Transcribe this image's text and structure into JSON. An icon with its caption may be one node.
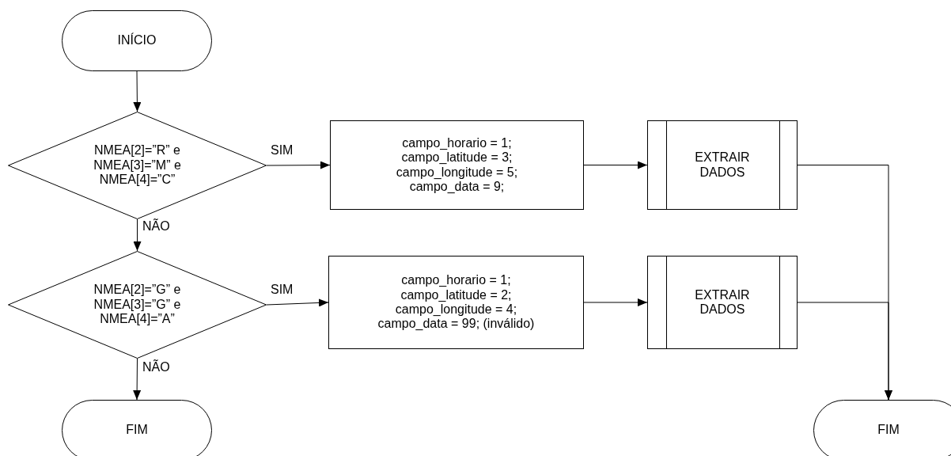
{
  "diagram": {
    "nodes": [
      {
        "text": [
          "INÍCIO"
        ]
      },
      {
        "text": [
          "NMEA[2]=”R” e NMEA[3]=”M” e NMEA[4]=”C”"
        ]
      },
      {
        "text": [
          "campo_horario = 1; campo_latitude = 3; campo_longitude = 5; campo_data = 9;"
        ]
      },
      {
        "text": [
          "EXTRAIR DADOS"
        ]
      },
      {
        "text": [
          "NMEA[2]=”G” e NMEA[3]=”G” e NMEA[4]=”A”"
        ]
      },
      {
        "text": [
          "campo_horario = 1; campo_latitude = 2; campo_longitude = 4; campo_data = 99; (inválido)"
        ]
      },
      {
        "text": [
          "EXTRAIR DADOS"
        ]
      },
      {
        "text": [
          "FIM"
        ]
      },
      {
        "text": [
          "FIM"
        ]
      }
    ],
    "edges": [
      {
        "from": 0,
        "to": 1,
        "arrow": "to"
      },
      {
        "from": 1,
        "to": 2,
        "arrow": "to",
        "label": "SIM"
      },
      {
        "from": 2,
        "to": 3,
        "arrow": "to"
      },
      {
        "from": 3,
        "to": 8,
        "arrow": "to"
      },
      {
        "from": 1,
        "to": 4,
        "arrow": "to",
        "label": "NÃO"
      },
      {
        "from": 4,
        "to": 5,
        "arrow": "to",
        "label": "SIM"
      },
      {
        "from": 5,
        "to": 6,
        "arrow": "to"
      },
      {
        "from": 6,
        "to": 8,
        "arrow": "to"
      },
      {
        "from": 4,
        "to": 7,
        "arrow": "to",
        "label": "NÃO"
      }
    ]
  }
}
